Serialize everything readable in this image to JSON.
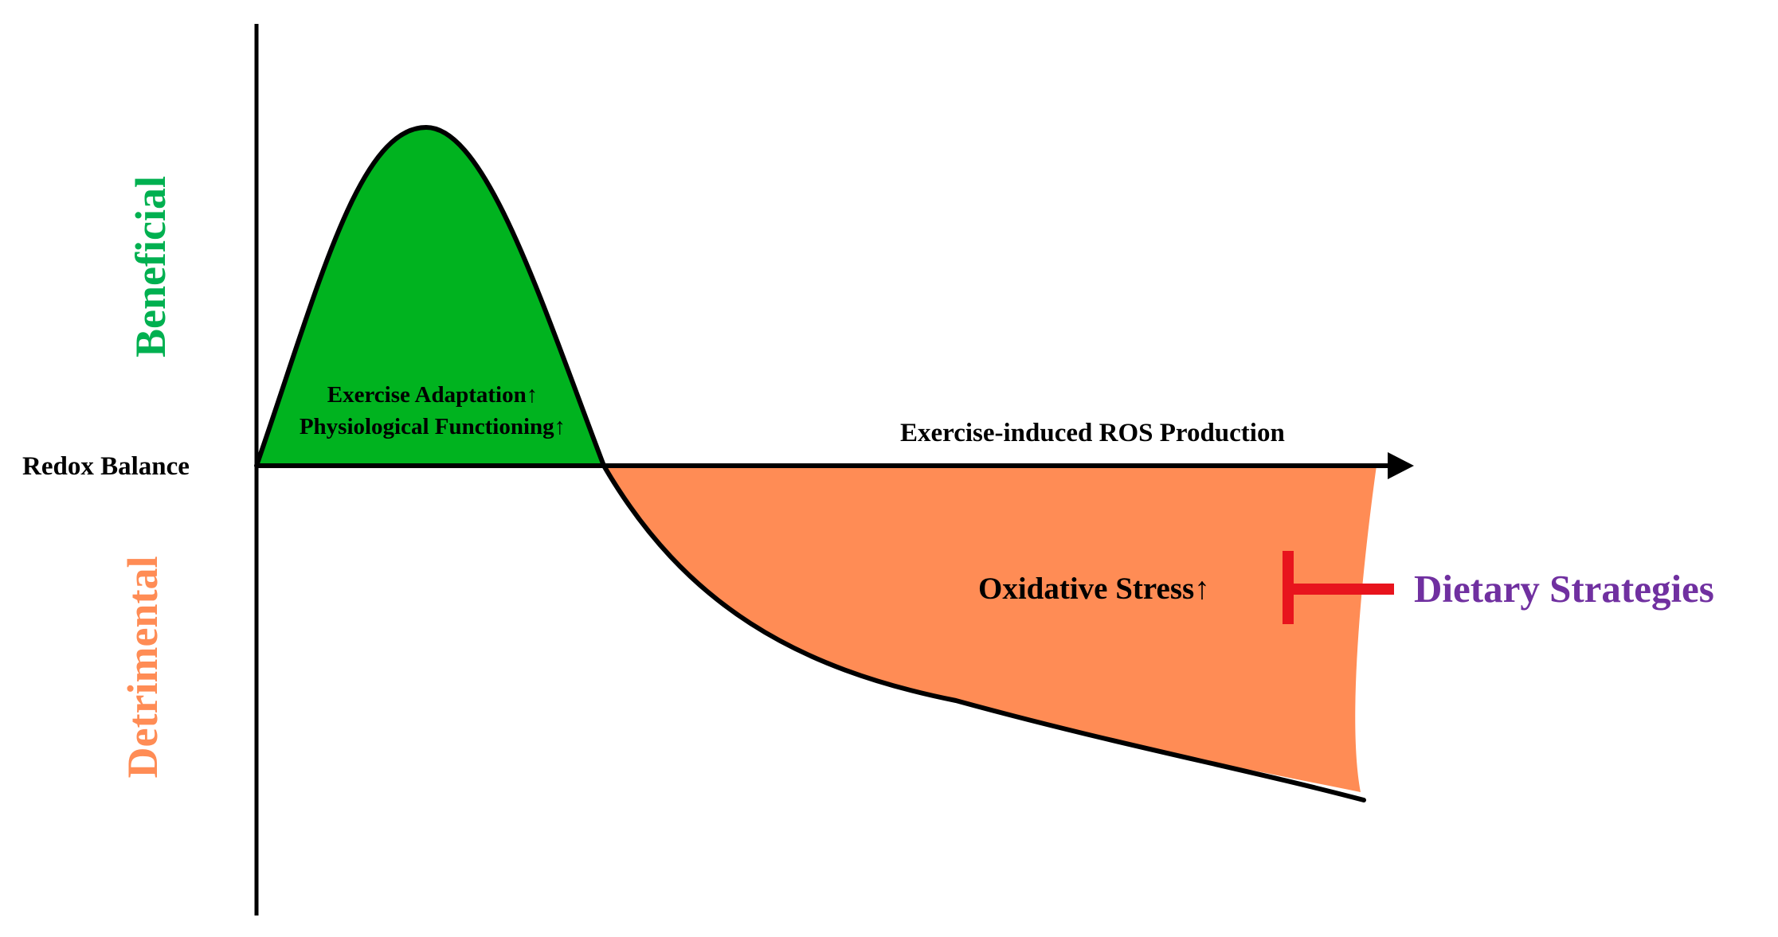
{
  "labels": {
    "beneficial": "Beneficial",
    "detrimental": "Detrimental",
    "redox_balance": "Redox Balance",
    "x_axis": "Exercise-induced ROS Production",
    "adaptation_line1": "Exercise Adaptation↑",
    "adaptation_line2": "Physiological Functioning↑",
    "oxidative_stress": "Oxidative Stress↑",
    "dietary_strategies": "Dietary Strategies"
  },
  "colors": {
    "beneficial_fill": "#00b31f",
    "beneficial_text": "#00b050",
    "detrimental_fill": "#ff8c55",
    "detrimental_text": "#ff8c55",
    "inhibitor": "#e8141d",
    "dietary_text": "#7030a0",
    "axis": "#000000"
  },
  "icons": {
    "inhibition_marker": "t-bar-inhibition-icon",
    "axis_arrow": "arrow-right-icon"
  }
}
